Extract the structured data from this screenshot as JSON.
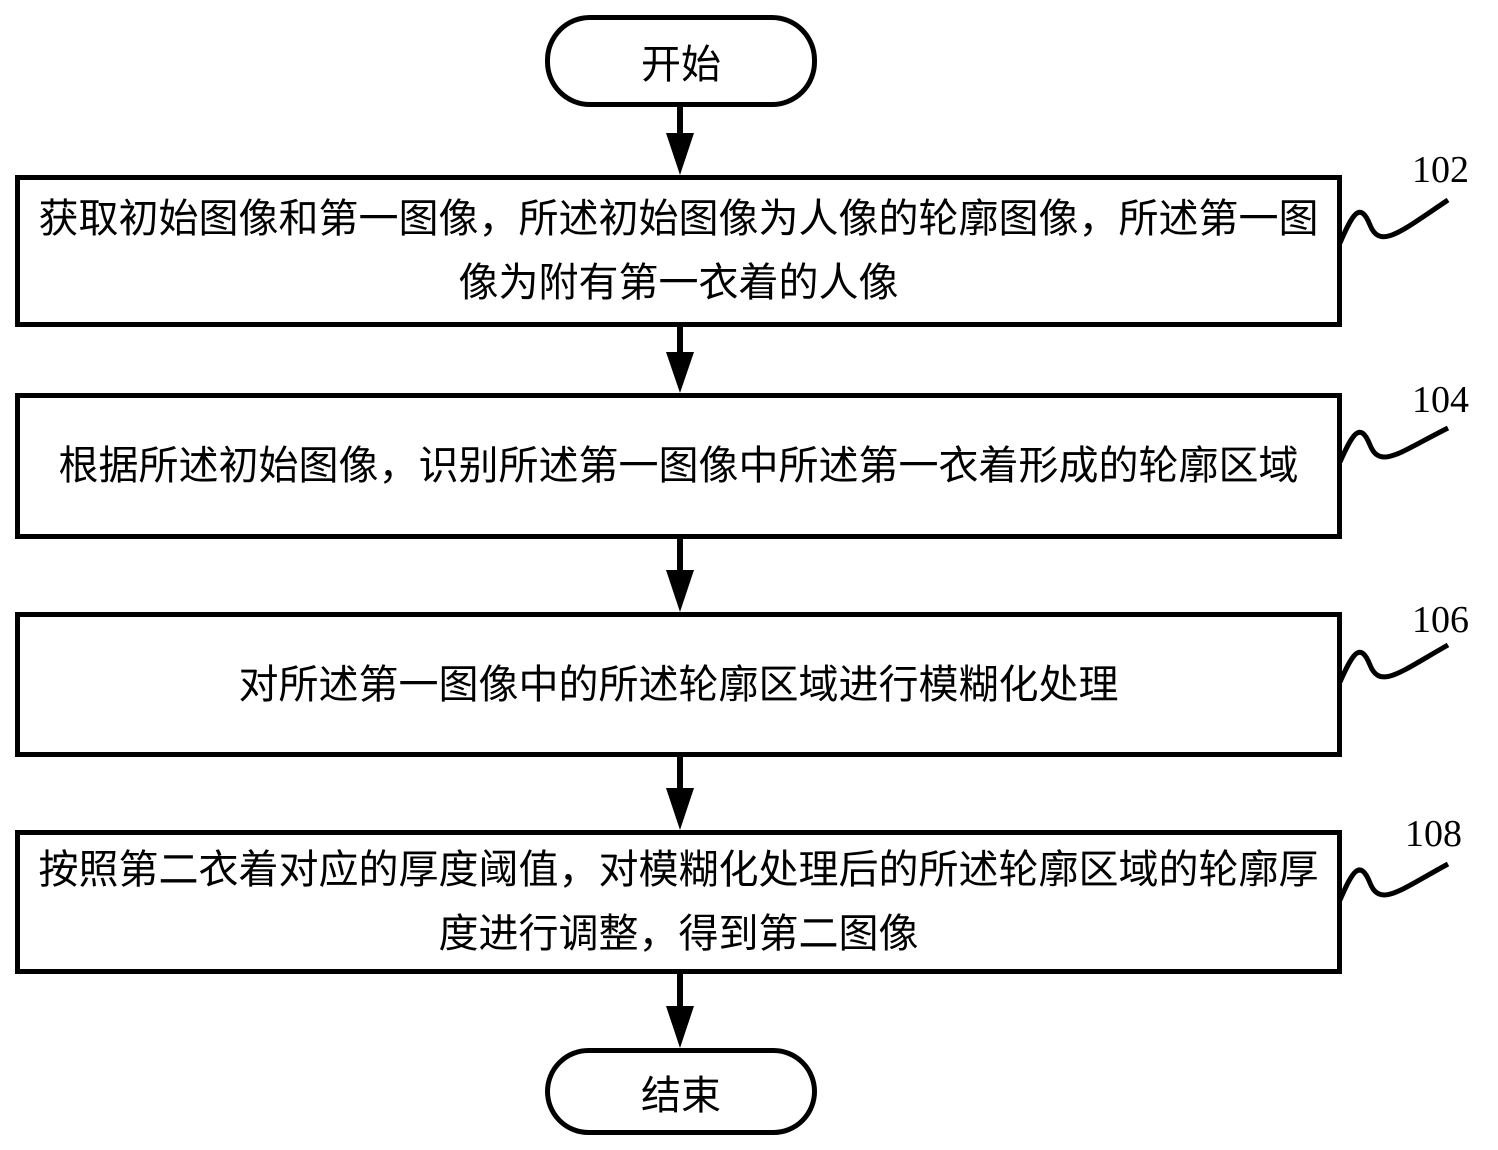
{
  "flowchart": {
    "start": {
      "label": "开始"
    },
    "end": {
      "label": "结束"
    },
    "steps": [
      {
        "ref": "102",
        "text": "获取初始图像和第一图像，所述初始图像为人像的轮廓图像，所述第一图像为附有第一衣着的人像"
      },
      {
        "ref": "104",
        "text": "根据所述初始图像，识别所述第一图像中所述第一衣着形成的轮廓区域"
      },
      {
        "ref": "106",
        "text": "对所述第一图像中的所述轮廓区域进行模糊化处理"
      },
      {
        "ref": "108",
        "text": "按照第二衣着对应的厚度阈值，对模糊化处理后的所述轮廓区域的轮廓厚度进行调整，得到第二图像"
      }
    ],
    "line_color": "#000000",
    "background": "#ffffff"
  }
}
